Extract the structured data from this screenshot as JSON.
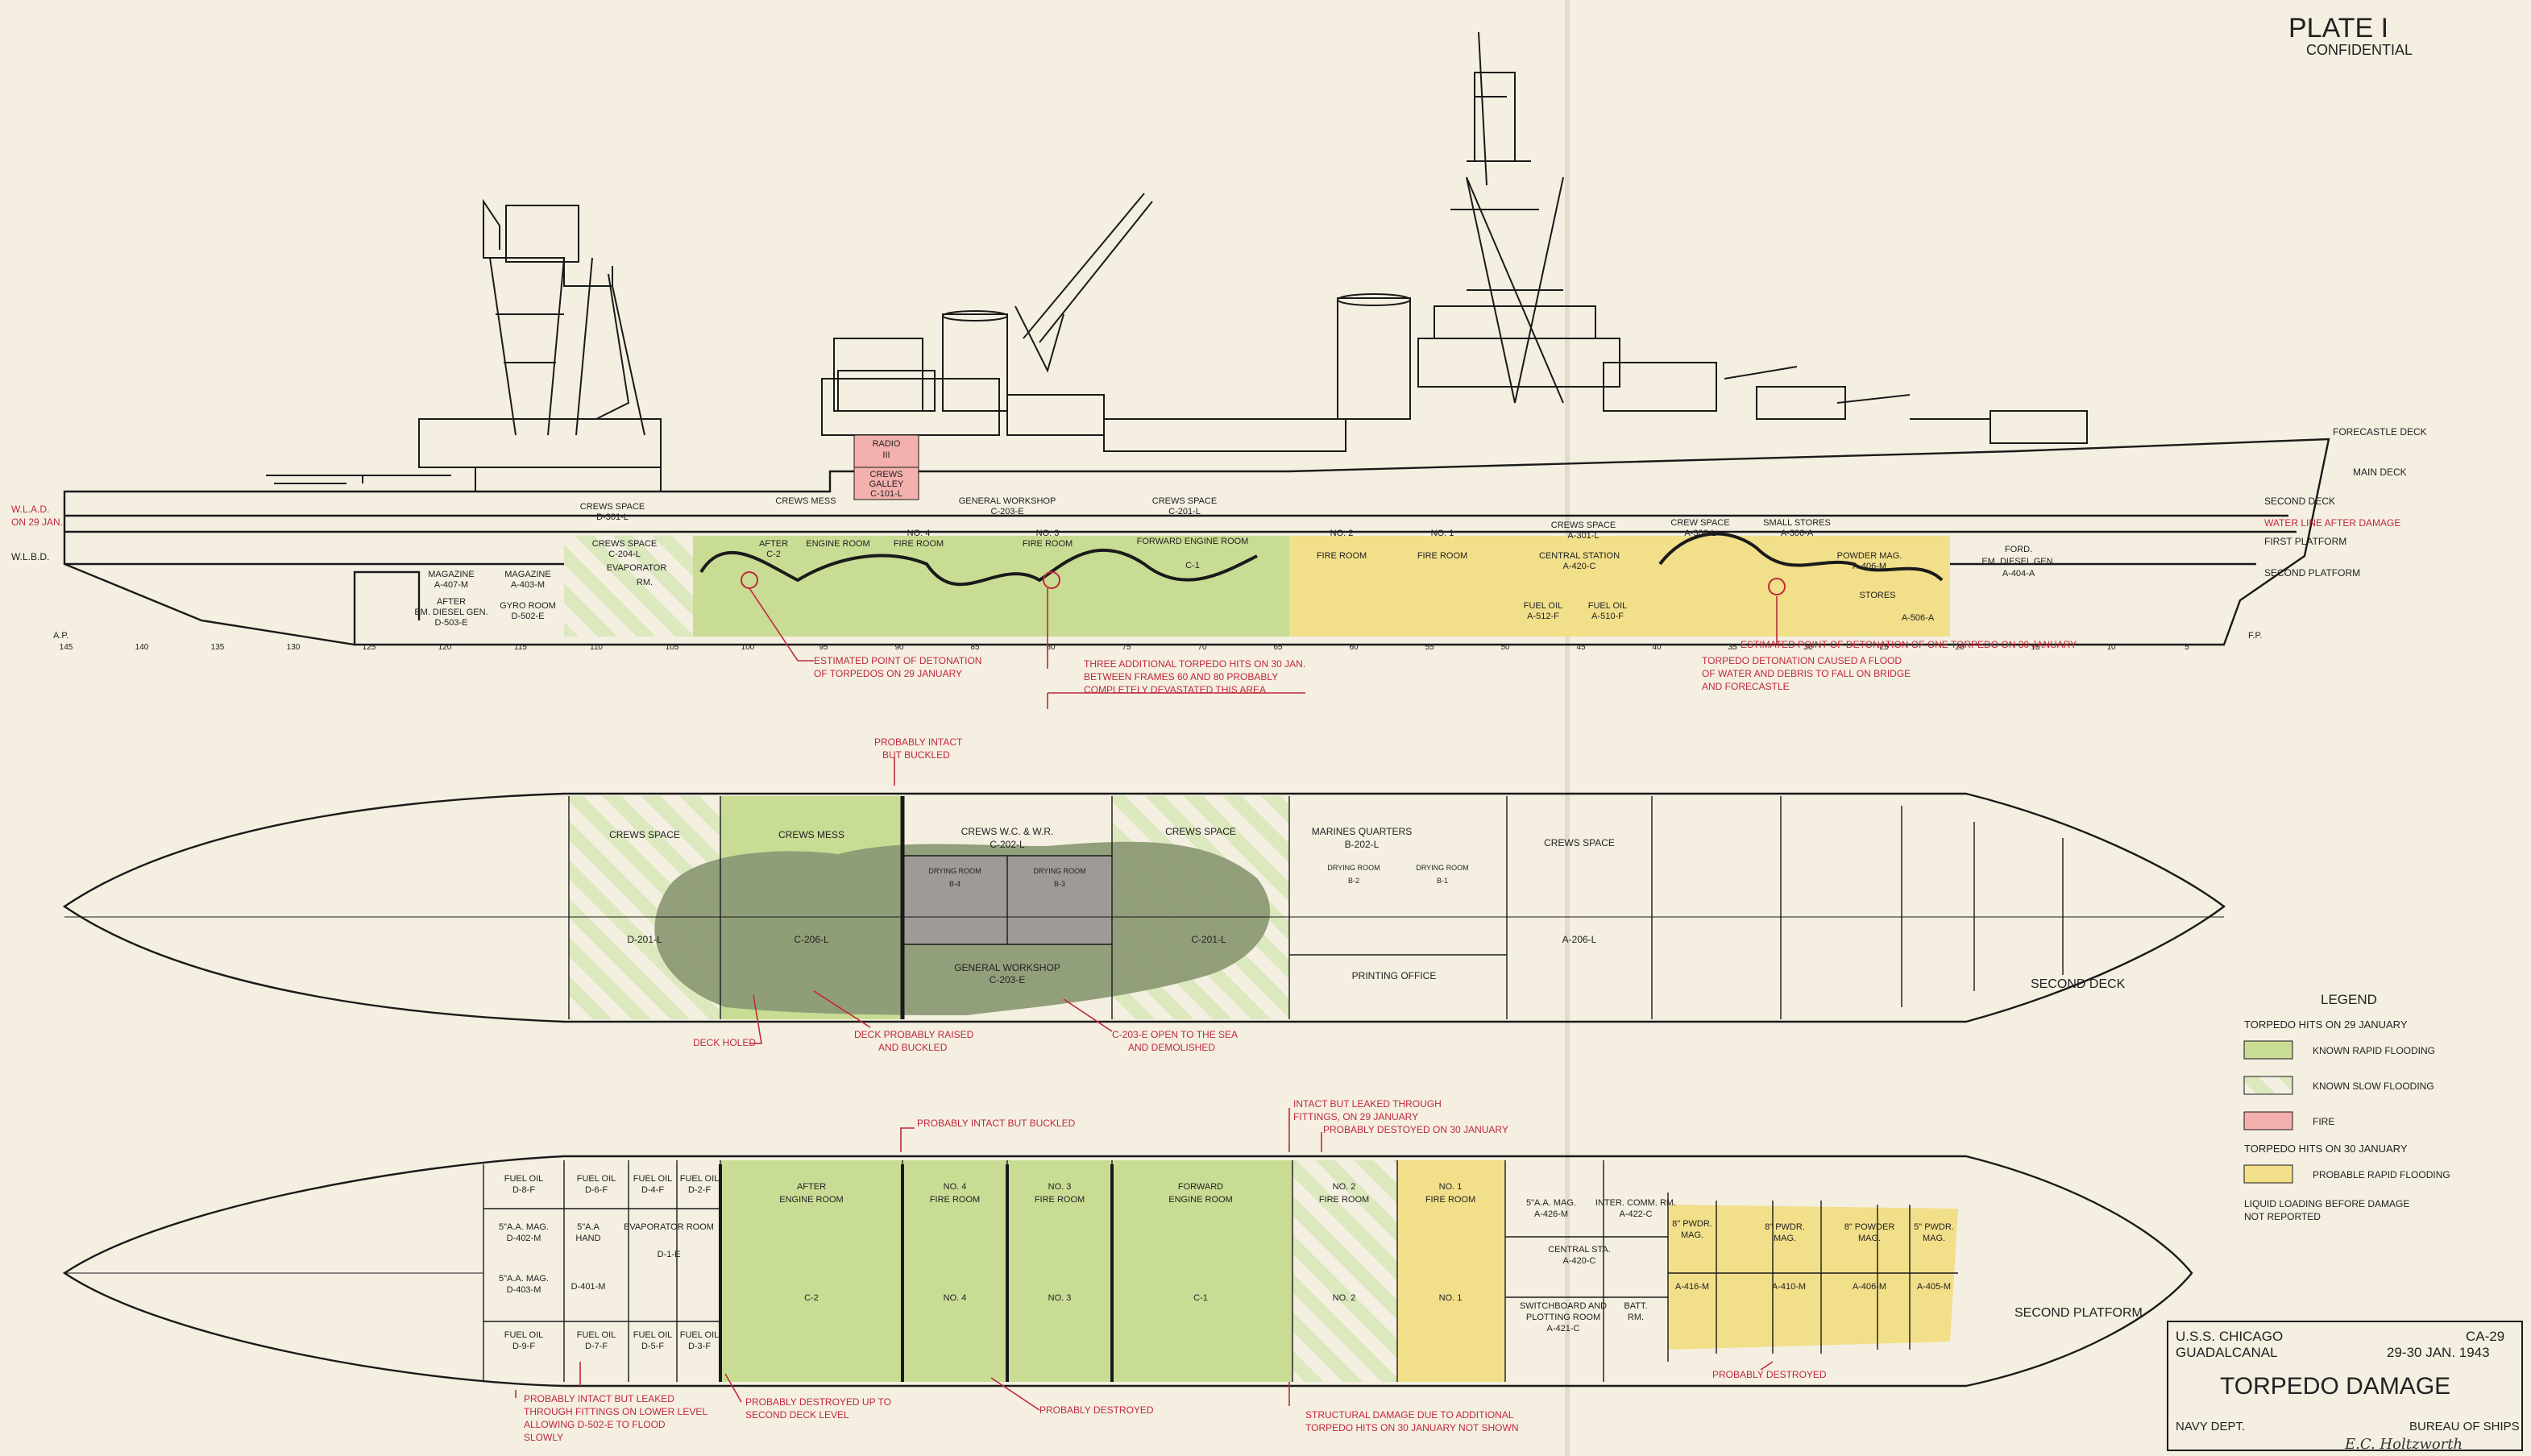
{
  "header": {
    "plate": "PLATE I",
    "classification": "CONFIDENTIAL"
  },
  "colors": {
    "paper": "#f4efe1",
    "rapid": "#c9dc94",
    "slow_stripe": "#dce8bd",
    "fire": "#f3b0ad",
    "probable": "#f2df8a",
    "red_text": "#c0283a",
    "ink": "#1a1a1a",
    "dark_flood": "#8c9a75",
    "gray_flood": "#9e9a98"
  },
  "profile": {
    "deck_labels": {
      "forecastle": "FORECASTLE DECK",
      "main": "MAIN DECK",
      "second": "SECOND DECK",
      "waterline": "WATER LINE AFTER DAMAGE",
      "first_platform": "FIRST PLATFORM",
      "second_platform": "SECOND PLATFORM"
    },
    "wlo": [
      "W.L.A.D.",
      "ON 29 JAN."
    ],
    "wlbd": "W.L.B.D.",
    "ap": "A.P.",
    "fp": "F.P.",
    "compartments": [
      {
        "l1": "CREWS SPACE",
        "l2": "D-301-L"
      },
      {
        "l1": "CREWS SPACE",
        "l2": "C-204-L"
      },
      {
        "l1": "CREWS MESS",
        "l2": ""
      },
      {
        "l1": "GENERAL WORKSHOP",
        "l2": "C-203-E"
      },
      {
        "l1": "CREWS SPACE",
        "l2": "C-201-L"
      },
      {
        "l1": "AFTER",
        "l2": "C-2"
      },
      {
        "l1": "ENGINE ROOM",
        "l2": ""
      },
      {
        "l1": "NO. 4",
        "l2": "FIRE ROOM"
      },
      {
        "l1": "NO. 3",
        "l2": "FIRE ROOM"
      },
      {
        "l1": "FORWARD ENGINE ROOM",
        "l2": "C-1"
      },
      {
        "l1": "NO. 2",
        "l2": "FIRE ROOM"
      },
      {
        "l1": "NO. 1",
        "l2": "FIRE ROOM"
      },
      {
        "l1": "CREWS SPACE",
        "l2": "A-301-L"
      },
      {
        "l1": "CENTRAL STATION",
        "l2": "A-420-C"
      },
      {
        "l1": "CREW SPACE",
        "l2": "A-306-L"
      },
      {
        "l1": "SMALL STORES",
        "l2": "A-306-A"
      },
      {
        "l1": "POWDER MAG.",
        "l2": "A-406-M"
      },
      {
        "l1": "STORES",
        "l2": "A-506-A"
      },
      {
        "l1": "FORD.",
        "l2": "EM. DIESEL GEN."
      },
      {
        "l1": "A-404-A",
        "l2": ""
      },
      {
        "l1": "MAGAZINE",
        "l2": "A-407-M"
      },
      {
        "l1": "AFTER",
        "l2": "EM. DIESEL GEN."
      },
      {
        "l1": "D-503-E",
        "l2": ""
      },
      {
        "l1": "MAGAZINE",
        "l2": "A-403-M"
      },
      {
        "l1": "GYRO ROOM",
        "l2": "D-502-E"
      },
      {
        "l1": "EVAPORATOR",
        "l2": "RM."
      },
      {
        "l1": "FUEL OIL",
        "l2": "A-512-F"
      },
      {
        "l1": "FUEL OIL",
        "l2": "A-510-F"
      },
      {
        "l1": "RADIO",
        "l2": "III"
      },
      {
        "l1": "CREWS",
        "l2": "GALLEY"
      },
      {
        "l1": "C-101-L",
        "l2": ""
      }
    ],
    "annotations": [
      "ESTIMATED POINT OF DETONATION",
      "OF TORPEDOS ON 29 JANUARY",
      "THREE ADDITIONAL TORPEDO HITS ON 30 JAN.",
      "BETWEEN FRAMES 60 AND 80 PROBABLY",
      "COMPLETELY DEVASTATED THIS AREA",
      "ESTIMATED POINT OF DETONATION OF ONE TORPEDO ON 30 JANUARY",
      "TORPEDO DETONATION CAUSED A FLOOD",
      "OF WATER AND DEBRIS TO FALL ON BRIDGE",
      "AND FORECASTLE"
    ],
    "frames": [
      "145",
      "140",
      "135",
      "130",
      "125",
      "120",
      "115",
      "110",
      "105",
      "100",
      "95",
      "90",
      "85",
      "80",
      "75",
      "70",
      "65",
      "60",
      "55",
      "50",
      "45",
      "40",
      "35",
      "30",
      "25",
      "20",
      "15",
      "10",
      "5"
    ]
  },
  "second_deck": {
    "title": "SECOND DECK",
    "compartments": [
      {
        "l1": "CREWS SPACE",
        "l2": "D-201-L"
      },
      {
        "l1": "CREWS MESS",
        "l2": "C-206-L"
      },
      {
        "l1": "CREWS W.C. & W.R.",
        "l2": "C-202-L"
      },
      {
        "l1": "DRYING ROOM",
        "l2": "B-4"
      },
      {
        "l1": "DRYING ROOM",
        "l2": "B-3"
      },
      {
        "l1": "CREWS SPACE",
        "l2": "C-201-L"
      },
      {
        "l1": "GENERAL WORKSHOP",
        "l2": "C-203-E"
      },
      {
        "l1": "MARINES QUARTERS",
        "l2": "B-202-L"
      },
      {
        "l1": "DRYING ROOM",
        "l2": "B-2"
      },
      {
        "l1": "DRYING ROOM",
        "l2": "B-1"
      },
      {
        "l1": "PRINTING OFFICE",
        "l2": ""
      },
      {
        "l1": "CREWS SPACE",
        "l2": "A-206-L"
      }
    ],
    "annotations": [
      "PROBABLY INTACT",
      "BUT BUCKLED",
      "DECK HOLED",
      "DECK PROBABLY RAISED",
      "AND BUCKLED",
      "C-203-E OPEN TO THE SEA",
      "AND DEMOLISHED"
    ]
  },
  "second_platform": {
    "title": "SECOND PLATFORM",
    "compartments": [
      {
        "l1": "FUEL OIL",
        "l2": "D-8-F"
      },
      {
        "l1": "FUEL OIL",
        "l2": "D-6-F"
      },
      {
        "l1": "FUEL OIL",
        "l2": "D-4-F"
      },
      {
        "l1": "FUEL OIL",
        "l2": "D-2-F"
      },
      {
        "l1": "5\"A.A. MAG.",
        "l2": "D-402-M"
      },
      {
        "l1": "5\"A.A",
        "l2": "HAND"
      },
      {
        "l1": "EVAPORATOR ROOM",
        "l2": "D-1-E"
      },
      {
        "l1": "5\"A.A. MAG.",
        "l2": "D-403-M"
      },
      {
        "l1": "D-401-M",
        "l2": ""
      },
      {
        "l1": "FUEL OIL",
        "l2": "D-9-F"
      },
      {
        "l1": "FUEL OIL",
        "l2": "D-7-F"
      },
      {
        "l1": "FUEL OIL",
        "l2": "D-5-F"
      },
      {
        "l1": "FUEL OIL",
        "l2": "D-3-F"
      },
      {
        "l1": "AFTER",
        "l2": "ENGINE ROOM"
      },
      {
        "l1": "C-2",
        "l2": ""
      },
      {
        "l1": "NO. 4",
        "l2": "FIRE ROOM"
      },
      {
        "l1": "NO. 4",
        "l2": ""
      },
      {
        "l1": "NO. 3",
        "l2": "FIRE ROOM"
      },
      {
        "l1": "NO. 3",
        "l2": ""
      },
      {
        "l1": "FORWARD",
        "l2": "ENGINE ROOM"
      },
      {
        "l1": "C-1",
        "l2": ""
      },
      {
        "l1": "NO. 2",
        "l2": "FIRE ROOM"
      },
      {
        "l1": "NO. 2",
        "l2": ""
      },
      {
        "l1": "NO. 1",
        "l2": "FIRE ROOM"
      },
      {
        "l1": "NO. 1",
        "l2": ""
      },
      {
        "l1": "5\"A.A. MAG.",
        "l2": "A-426-M"
      },
      {
        "l1": "INTER. COMM. RM.",
        "l2": "A-422-C"
      },
      {
        "l1": "CENTRAL STA.",
        "l2": "A-420-C"
      },
      {
        "l1": "SWITCHBOARD AND",
        "l2": "PLOTTING ROOM"
      },
      {
        "l1": "A-421-C",
        "l2": ""
      },
      {
        "l1": "BATT.",
        "l2": "RM."
      },
      {
        "l1": "8\" PWDR.",
        "l2": "MAG."
      },
      {
        "l1": "A-416-M",
        "l2": ""
      },
      {
        "l1": "8\" PWDR.",
        "l2": "MAG."
      },
      {
        "l1": "A-410-M",
        "l2": ""
      },
      {
        "l1": "8\" POWDER",
        "l2": "MAG."
      },
      {
        "l1": "A-406-M",
        "l2": ""
      },
      {
        "l1": "5\" PWDR.",
        "l2": "MAG."
      },
      {
        "l1": "A-405-M",
        "l2": ""
      }
    ],
    "annotations": [
      "PROBABLY INTACT BUT BUCKLED",
      "INTACT BUT LEAKED THROUGH",
      "FITTINGS, ON 29 JANUARY",
      "PROBABLY DESTOYED ON 30 JANUARY",
      "PROBABLY INTACT BUT LEAKED",
      "THROUGH FITTINGS ON LOWER LEVEL",
      "ALLOWING D-502-E TO FLOOD",
      "SLOWLY",
      "PROBABLY DESTROYED UP TO",
      "SECOND DECK LEVEL",
      "PROBABLY DESTROYED",
      "STRUCTURAL DAMAGE DUE TO ADDITIONAL",
      "TORPEDO HITS ON 30 JANUARY NOT SHOWN",
      "PROBABLY DESTROYED"
    ]
  },
  "legend": {
    "title": "LEGEND",
    "group1": "TORPEDO HITS ON 29 JANUARY",
    "rapid": "KNOWN RAPID FLOODING",
    "slow": "KNOWN SLOW FLOODING",
    "fire": "FIRE",
    "group2": "TORPEDO HITS ON 30 JANUARY",
    "probable": "PROBABLE RAPID FLOODING",
    "note1": "LIQUID LOADING BEFORE DAMAGE",
    "note2": "NOT REPORTED"
  },
  "title_block": {
    "ship": "U.S.S. CHICAGO",
    "hull": "CA-29",
    "location": "GUADALCANAL",
    "dates": "29-30 JAN. 1943",
    "title": "TORPEDO DAMAGE",
    "dept": "NAVY DEPT.",
    "bureau": "BUREAU OF SHIPS",
    "signature": "E.C. Holtzworth"
  }
}
